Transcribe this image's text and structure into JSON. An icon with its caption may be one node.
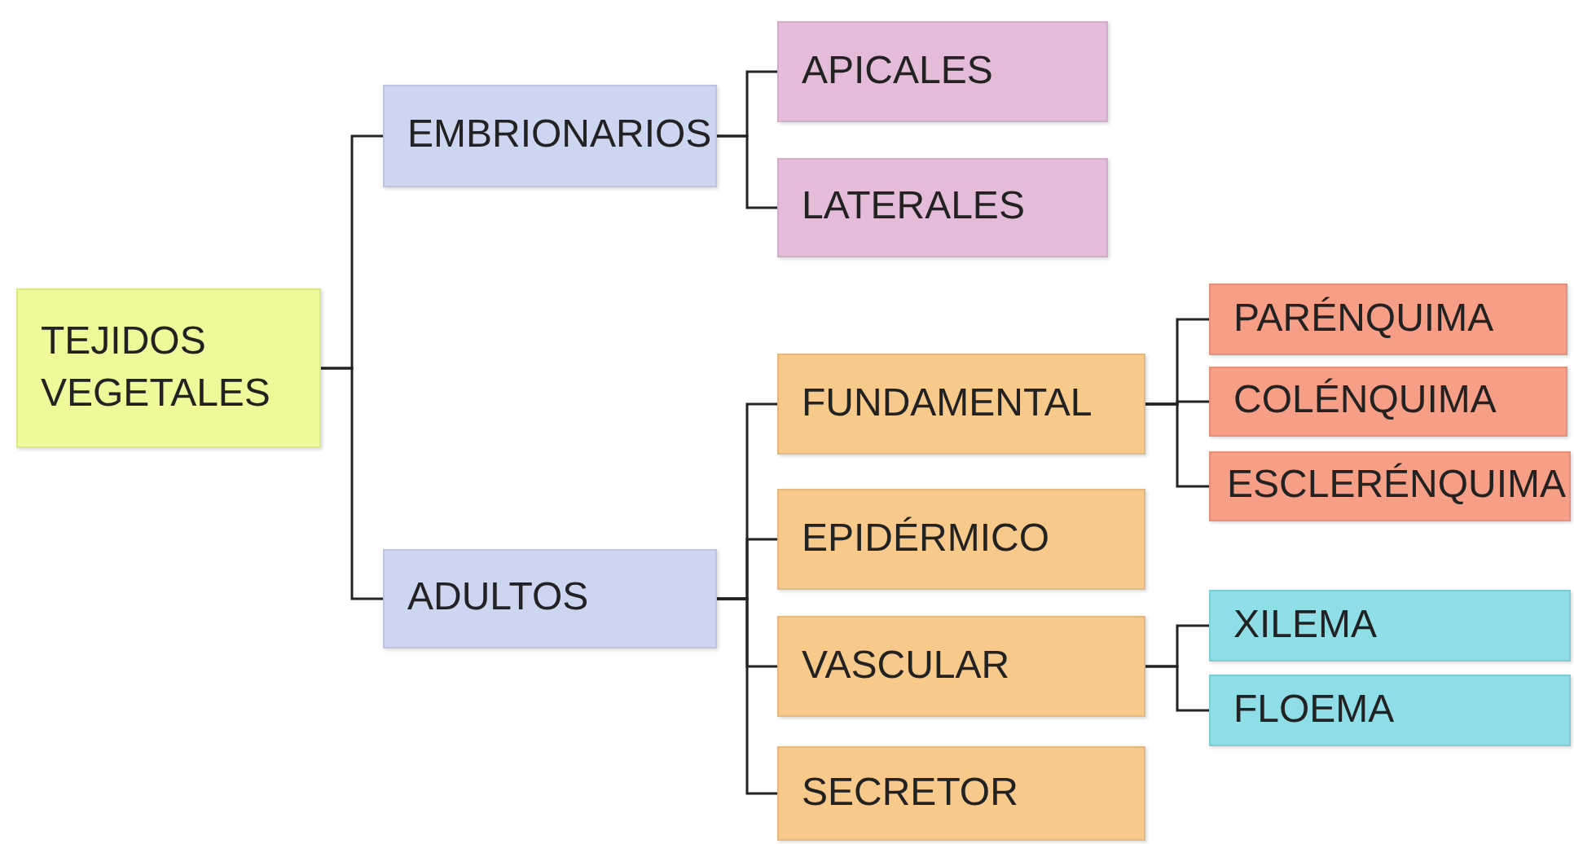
{
  "diagram": {
    "nodes": [
      {
        "text": [
          "TEJIDOS VEGETALES"
        ]
      },
      {
        "text": [
          "EMBRIONARIOS"
        ]
      },
      {
        "text": [
          "APICALES"
        ]
      },
      {
        "text": [
          "LATERALES"
        ]
      },
      {
        "text": [
          "ADULTOS"
        ]
      },
      {
        "text": [
          "FUNDAMENTAL"
        ]
      },
      {
        "text": [
          "EPIDÉRMICO"
        ]
      },
      {
        "text": [
          "VASCULAR"
        ]
      },
      {
        "text": [
          "SECRETOR"
        ]
      },
      {
        "text": [
          "PARÉNQUIMA"
        ]
      },
      {
        "text": [
          "COLÉNQUIMA"
        ]
      },
      {
        "text": [
          "ESCLERÉNQUIMA"
        ]
      },
      {
        "text": [
          "XILEMA"
        ]
      },
      {
        "text": [
          "FLOEMA"
        ]
      }
    ],
    "edges": [
      {
        "from": 0,
        "to": 1,
        "arrow": "none"
      },
      {
        "from": 0,
        "to": 4,
        "arrow": "none"
      },
      {
        "from": 1,
        "to": 2,
        "arrow": "none"
      },
      {
        "from": 1,
        "to": 3,
        "arrow": "none"
      },
      {
        "from": 4,
        "to": 5,
        "arrow": "none"
      },
      {
        "from": 4,
        "to": 6,
        "arrow": "none"
      },
      {
        "from": 4,
        "to": 7,
        "arrow": "none"
      },
      {
        "from": 4,
        "to": 8,
        "arrow": "none"
      },
      {
        "from": 5,
        "to": 9,
        "arrow": "none"
      },
      {
        "from": 5,
        "to": 10,
        "arrow": "none"
      },
      {
        "from": 5,
        "to": 11,
        "arrow": "none"
      },
      {
        "from": 7,
        "to": 12,
        "arrow": "none"
      },
      {
        "from": 7,
        "to": 13,
        "arrow": "none"
      }
    ]
  }
}
